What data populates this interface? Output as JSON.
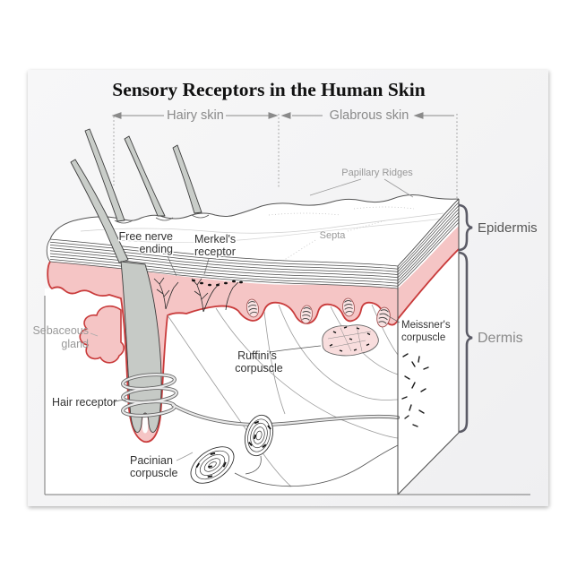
{
  "title": "Sensory Receptors in the Human Skin",
  "regions": {
    "hairy_skin": "Hairy skin",
    "glabrous_skin": "Glabrous skin"
  },
  "surface_labels": {
    "papillary_ridges": "Papillary Ridges",
    "septa": "Septa"
  },
  "layer_braces": {
    "epidermis": "Epidermis",
    "dermis": "Dermis"
  },
  "anatomy_labels": {
    "free_nerve_ending": {
      "line1": "Free nerve",
      "line2": "ending"
    },
    "merkels_receptor": {
      "line1": "Merkel's",
      "line2": "receptor"
    },
    "sebaceous_gland": {
      "line1": "Sebaceous",
      "line2": "gland"
    },
    "hair_receptor": {
      "line1": "Hair receptor"
    },
    "ruffinis_corpuscle": {
      "line1": "Ruffini's",
      "line2": "corpuscle"
    },
    "meissners_corpuscle": {
      "line1": "Meissner's",
      "line2": "corpuscle"
    },
    "pacinian_corpuscle": {
      "line1": "Pacinian",
      "line2": "corpuscle"
    }
  },
  "colors": {
    "flyer_background": "#f5f5f6",
    "epidermis_pink": "#f5c5c5",
    "basal_outline_red": "#c93b3b",
    "hair_gray": "#c9cdc9",
    "label_dark": "#333333",
    "label_gray": "#8d8d8d",
    "brace_color": "#5b5b66",
    "receptor_pink": "#f8dddd"
  }
}
